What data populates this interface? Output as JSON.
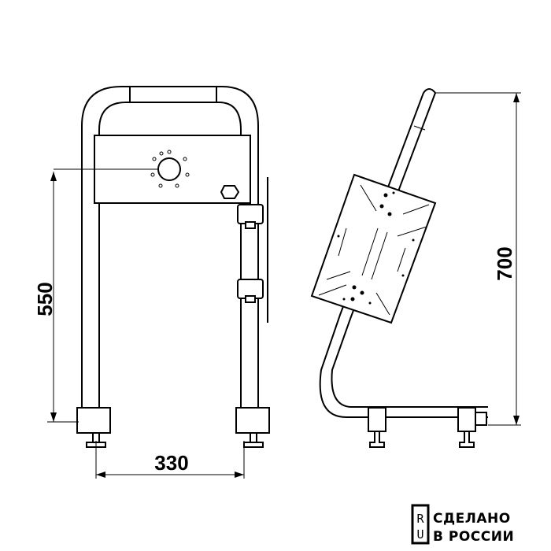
{
  "dimensions": {
    "height_front": "550",
    "width_front": "330",
    "height_side": "700"
  },
  "logo": {
    "box_top": "R",
    "box_bottom": "U",
    "line1": "СДЕЛАНО",
    "line2": "В РОССИИ"
  }
}
